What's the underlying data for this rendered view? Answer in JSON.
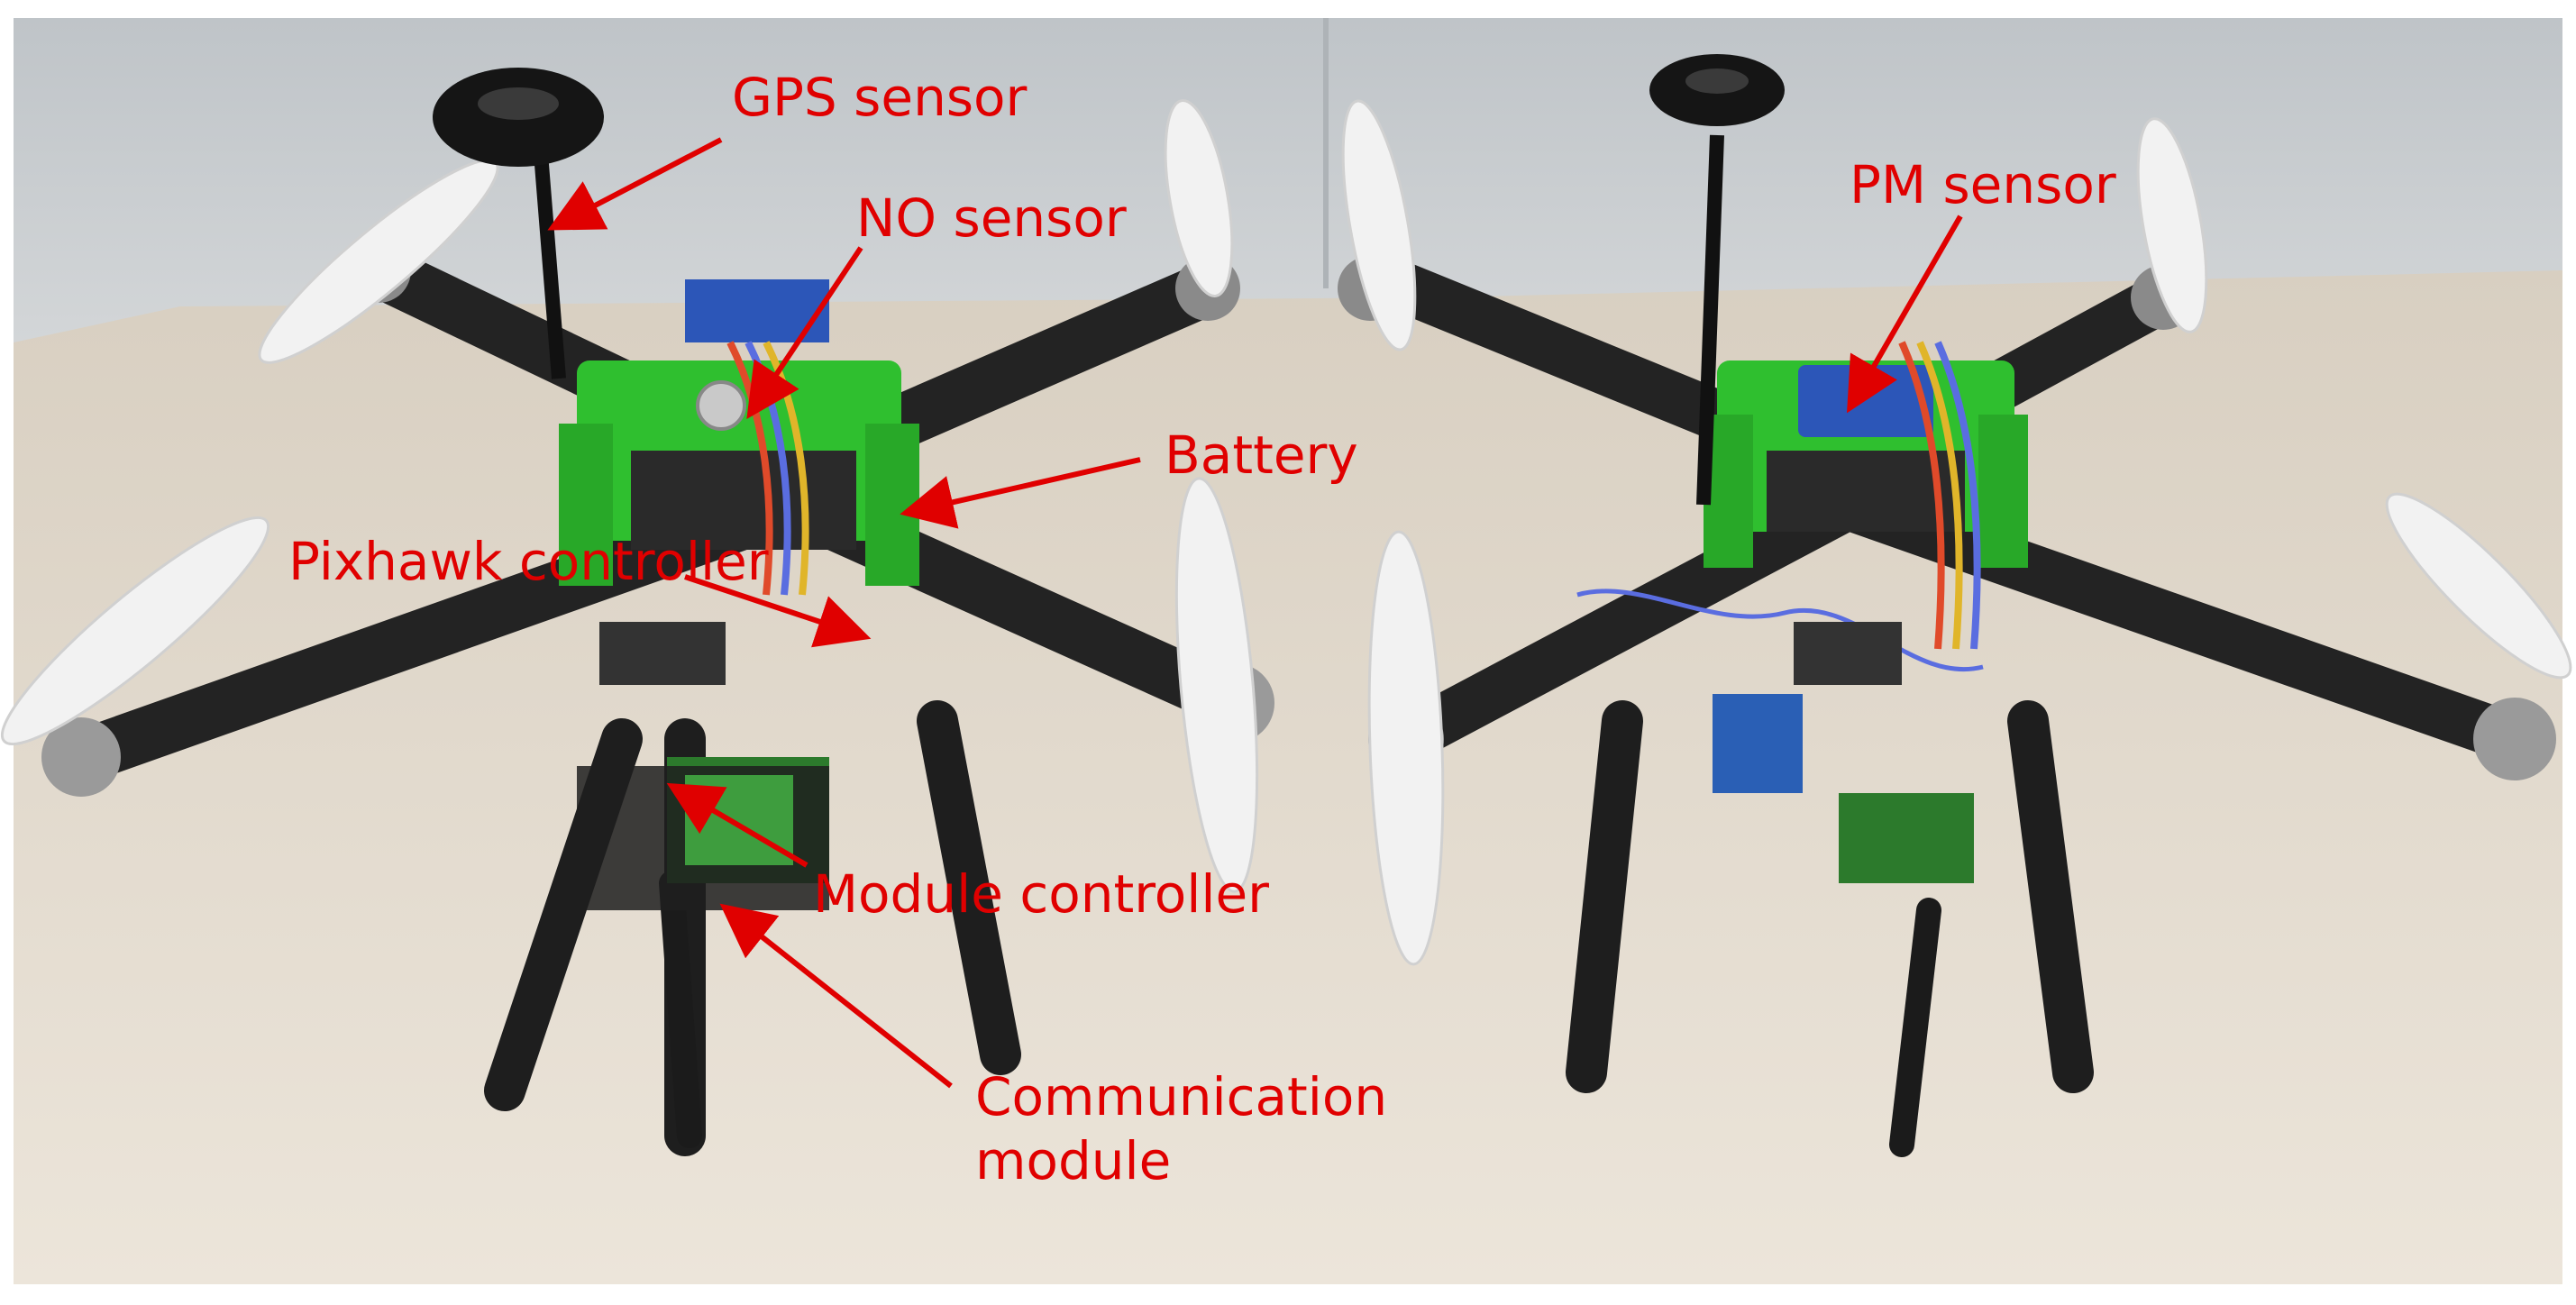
{
  "colors": {
    "wall": "#c9cdd0",
    "table": "#e3dbcf",
    "frame_green": "#2fbf2f",
    "arm_black": "#232323",
    "propeller": "#f2f2f2",
    "annotation_red": "#e00000"
  },
  "annotations": {
    "gps_sensor": "GPS sensor",
    "no_sensor": "NO sensor",
    "battery": "Battery",
    "pixhawk_controller": "Pixhawk controller",
    "module_controller": "Module controller",
    "communication_module_line1": "Communication",
    "communication_module_line2": "module",
    "pm_sensor": "PM sensor"
  },
  "icons": [
    "gps-antenna-icon",
    "propeller-icon",
    "drone-arm-icon"
  ]
}
